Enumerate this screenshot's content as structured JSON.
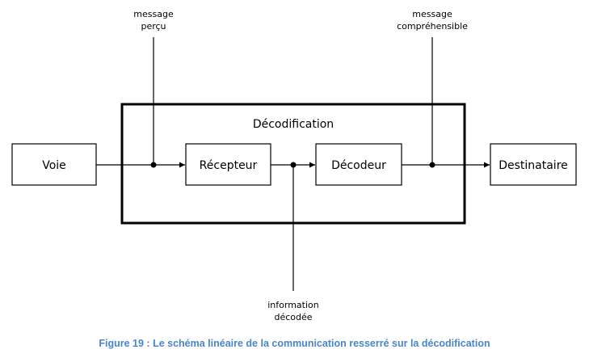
{
  "group_label": "Décodification",
  "nodes": {
    "voie": "Voie",
    "recepteur": "Récepteur",
    "decodeur": "Décodeur",
    "destinataire": "Destinataire"
  },
  "annotations": {
    "message_percu": [
      "message",
      "perçu"
    ],
    "message_comprehensible": [
      "message",
      "compréhensible"
    ],
    "information_decodee": [
      "information",
      "décodée"
    ]
  },
  "caption": "Figure 19 : Le schéma linéaire de la communication resserré sur la décodification",
  "colors": {
    "caption": "#4a86c5",
    "stroke": "#000000"
  }
}
